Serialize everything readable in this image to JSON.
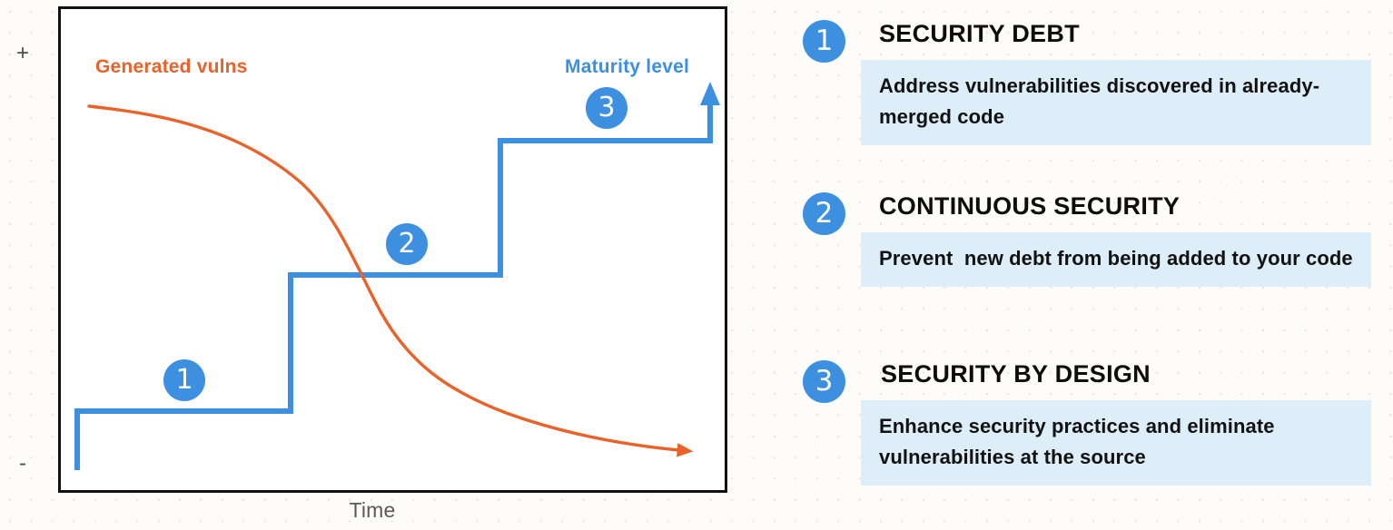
{
  "chart": {
    "x_axis_label": "Time",
    "y_axis_top_marker": "+",
    "y_axis_bottom_marker": "-",
    "orange_series_label": "Generated vulns",
    "blue_series_label": "Maturity level",
    "badges": [
      "1",
      "2",
      "3"
    ],
    "colors": {
      "orange": "#e8622a",
      "blue": "#3d8fe0",
      "frame": "#111111",
      "plot_bg": "#ffffff",
      "page_bg": "#fdfcf9",
      "highlight_bg": "#ddeef9"
    }
  },
  "chart_data": {
    "type": "line",
    "title": "",
    "xlabel": "Time",
    "ylabel": "",
    "xlim": [
      0,
      100
    ],
    "ylim": [
      0,
      100
    ],
    "grid": false,
    "legend": "inline-labels",
    "series": [
      {
        "name": "Maturity level",
        "color": "#3d8fe0",
        "style": "step",
        "x": [
          3,
          3,
          35,
          35,
          66,
          66,
          98
        ],
        "y": [
          5,
          16,
          16,
          45,
          45,
          73,
          73
        ],
        "arrow_end": "up",
        "levels": [
          {
            "badge": "1",
            "label": "Security debt",
            "level": 1
          },
          {
            "badge": "2",
            "label": "Continuous security",
            "level": 2
          },
          {
            "badge": "3",
            "label": "Security by design",
            "level": 3
          }
        ]
      },
      {
        "name": "Generated vulns",
        "color": "#e8622a",
        "style": "smooth-decay",
        "x": [
          5,
          20,
          38,
          50,
          62,
          78,
          97
        ],
        "y": [
          79,
          73,
          58,
          42,
          26,
          14,
          9
        ],
        "arrow_end": "right-down"
      }
    ]
  },
  "items": [
    {
      "number": "1",
      "title": "SECURITY DEBT",
      "description": "Address vulnerabilities discovered in already-merged code"
    },
    {
      "number": "2",
      "title": "CONTINUOUS SECURITY",
      "description": "Prevent  new debt from being added to your code"
    },
    {
      "number": "3",
      "title": "SECURITY BY DESIGN",
      "description": "Enhance security practices and eliminate vulnerabilities at the source"
    }
  ]
}
